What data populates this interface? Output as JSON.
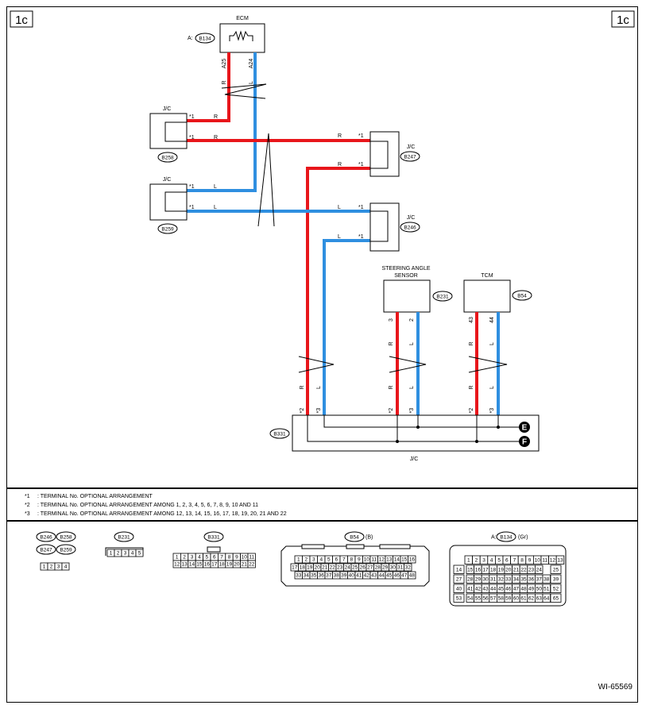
{
  "page_tag": "1c",
  "drawing_id": "WI-65569",
  "symbols": {
    "star1": "*1",
    "star2": "*2",
    "star3": "*3"
  },
  "ecm": {
    "name": "ECM",
    "prefix": "A:",
    "connector": "B134",
    "pin_r": "A25",
    "pin_l": "A24"
  },
  "jc": {
    "name": "J/C",
    "c258": "B258",
    "c259": "B259",
    "c247": "B247",
    "c246": "B246",
    "c331": "B331"
  },
  "sas": {
    "name_line1": "STEERING ANGLE",
    "name_line2": "SENSOR",
    "connector": "B231",
    "pin_r": "3",
    "pin_l": "2"
  },
  "tcm": {
    "name": "TCM",
    "connector": "B54",
    "pin_r": "43",
    "pin_l": "44"
  },
  "colors": {
    "r": "R",
    "l": "L",
    "red_hex": "#e8161b",
    "blue_hex": "#2f8fe0"
  },
  "nodes": {
    "e": "E",
    "f": "F"
  },
  "notes": [
    {
      "mark": "*1",
      "text": ": TERMINAL No. OPTIONAL ARRANGEMENT"
    },
    {
      "mark": "*2",
      "text": ": TERMINAL No. OPTIONAL ARRANGEMENT AMONG 1, 2, 3, 4, 5, 6, 7, 8, 9, 10 AND 11"
    },
    {
      "mark": "*3",
      "text": ": TERMINAL No. OPTIONAL ARRANGEMENT AMONG 12, 13, 14, 15, 16, 17, 18, 19, 20, 21 AND 22"
    }
  ],
  "connector_views": {
    "jc4": {
      "labels": [
        "B246",
        "B258",
        "B247",
        "B259"
      ],
      "pins": [
        "1",
        "2",
        "3",
        "4"
      ]
    },
    "b231": {
      "label": "B231",
      "pins": [
        "1",
        "2",
        "3",
        "4",
        "5"
      ]
    },
    "b331": {
      "label": "B331",
      "rows": [
        [
          "1",
          "2",
          "3",
          "4",
          "5",
          "6",
          "7",
          "8",
          "9",
          "10",
          "11"
        ],
        [
          "12",
          "13",
          "14",
          "15",
          "16",
          "17",
          "18",
          "19",
          "20",
          "21",
          "22"
        ]
      ]
    },
    "b54": {
      "label": "B54",
      "suffix": "(B)",
      "rows": [
        [
          "1",
          "2",
          "3",
          "4",
          "5",
          "6",
          "7",
          "8",
          "9",
          "10",
          "11",
          "12",
          "13",
          "14",
          "15",
          "16"
        ],
        [
          "17",
          "18",
          "19",
          "20",
          "21",
          "22",
          "23",
          "24",
          "25",
          "26",
          "27",
          "28",
          "29",
          "30",
          "31",
          "32"
        ],
        [
          "33",
          "34",
          "35",
          "36",
          "37",
          "38",
          "39",
          "40",
          "41",
          "42",
          "43",
          "44",
          "45",
          "46",
          "47",
          "48"
        ]
      ]
    },
    "b134": {
      "prefix": "A:",
      "label": "B134",
      "suffix": "(Gr)",
      "row1": [
        "1",
        "2",
        "3",
        "4",
        "5",
        "6",
        "7",
        "8",
        "9",
        "10",
        "11",
        "12",
        "13"
      ],
      "row2l": "14",
      "row2": [
        "15",
        "16",
        "17",
        "18",
        "19",
        "20",
        "21",
        "22",
        "23",
        "24"
      ],
      "row2r": "25",
      "row3l": "27",
      "row3": [
        "28",
        "29",
        "30",
        "31",
        "32",
        "33",
        "34",
        "35",
        "36",
        "37",
        "38"
      ],
      "row3r": "39",
      "row4l": "40",
      "row4": [
        "41",
        "42",
        "43",
        "44",
        "45",
        "46",
        "47",
        "48",
        "49",
        "50",
        "51"
      ],
      "row4r": "52",
      "row5l": "53",
      "row5": [
        "54",
        "55",
        "56",
        "57",
        "58",
        "59",
        "60",
        "61",
        "62",
        "63",
        "64"
      ],
      "row5r": "65"
    }
  }
}
